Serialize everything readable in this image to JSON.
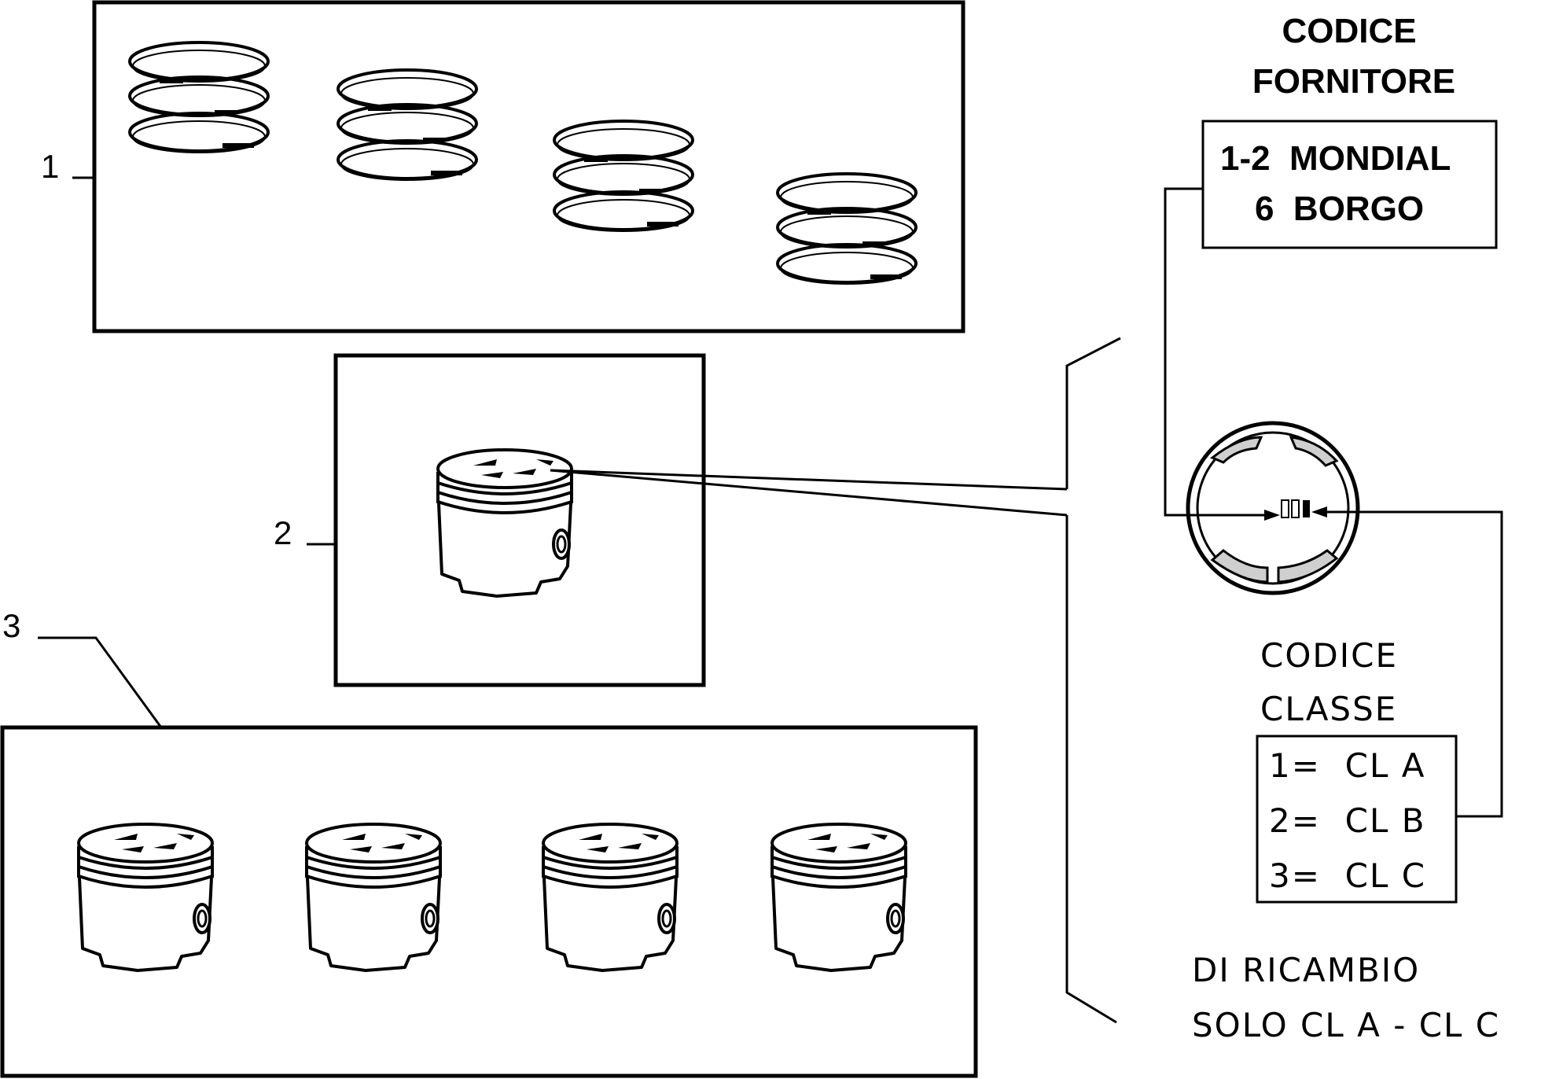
{
  "callouts": {
    "c1": "1",
    "c2": "2",
    "c3": "3"
  },
  "supplier": {
    "title_line1": "CODICE",
    "title_line2": "FORNITORE",
    "row1": "1-2  MONDIAL",
    "row2": "6  BORGO"
  },
  "class_code": {
    "title_line1": "CODICE",
    "title_line2": "CLASSE",
    "row1": "1=  CL A",
    "row2": "2=  CL B",
    "row3": "3=  CL C"
  },
  "spare": {
    "line1": "DI RICAMBIO",
    "line2": "SOLO CL A - CL C"
  },
  "colors": {
    "ink": "#000000",
    "paper": "#ffffff",
    "shade": "#cfcfcf"
  },
  "parts": {
    "ring_sets": 4,
    "single_piston": 1,
    "piston_set": 4
  }
}
